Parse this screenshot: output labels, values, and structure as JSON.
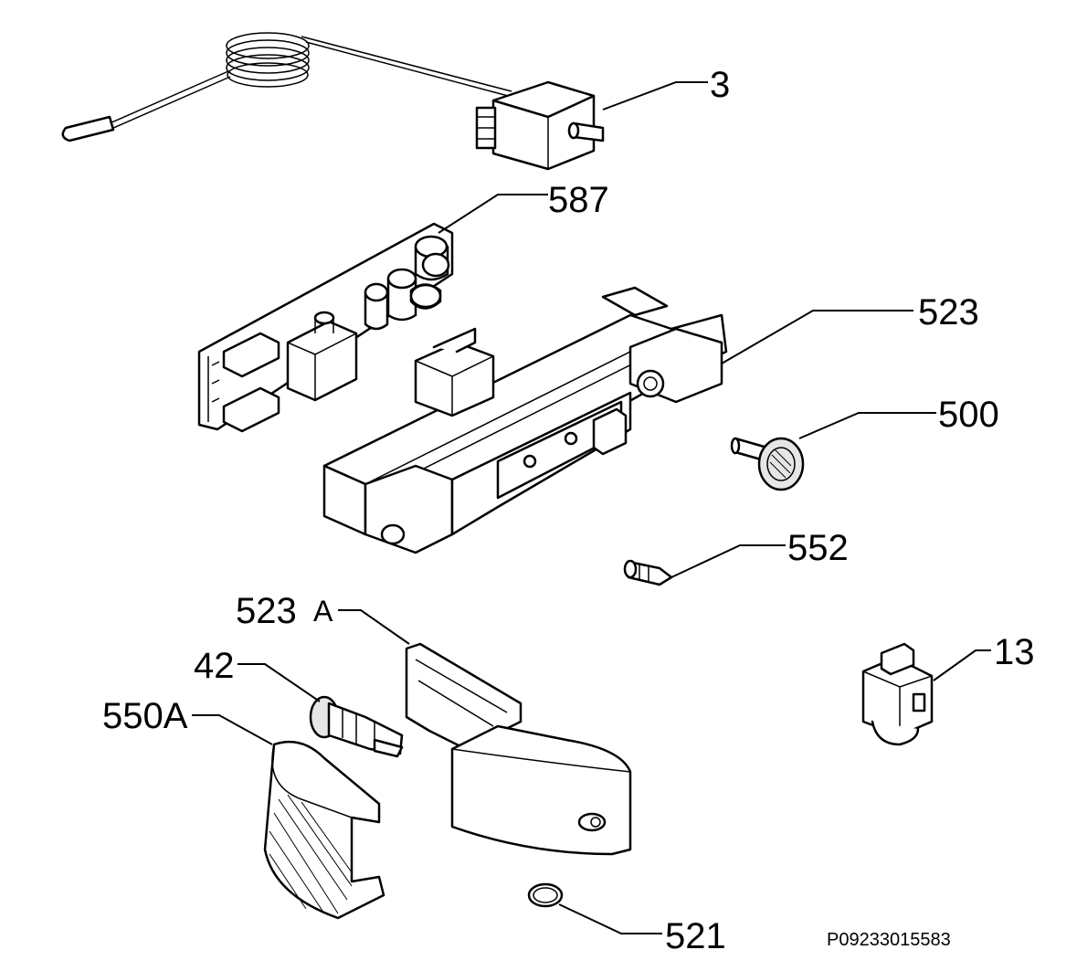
{
  "labels": {
    "l3": "3",
    "l587": "587",
    "l523": "523",
    "l500": "500",
    "l552": "552",
    "l523a_num": "523",
    "l523a_suffix": "A",
    "l42": "42",
    "l550a": "550A",
    "l13": "13",
    "l521": "521"
  },
  "document_code": "P09233015583"
}
